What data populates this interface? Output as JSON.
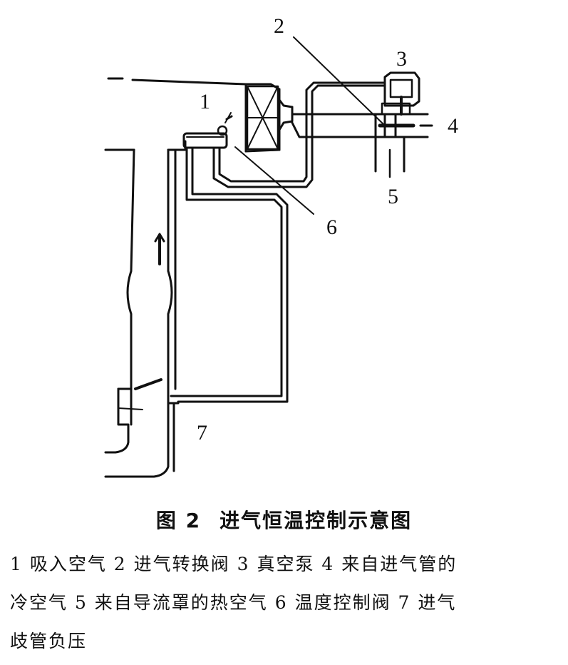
{
  "figure": {
    "caption_number": "图 2",
    "caption_title": "进气恒温控制示意图",
    "callouts": [
      "1",
      "2",
      "3",
      "4",
      "5",
      "6",
      "7"
    ],
    "legend": [
      {
        "num": "1",
        "label": "吸入空气"
      },
      {
        "num": "2",
        "label": "进气转换阀"
      },
      {
        "num": "3",
        "label": "真空泵"
      },
      {
        "num": "4",
        "label": "来自进气管的冷空气"
      },
      {
        "num": "5",
        "label": "来自导流罩的热空气"
      },
      {
        "num": "6",
        "label": "温度控制阀"
      },
      {
        "num": "7",
        "label": "进气歧管负压"
      }
    ],
    "legend_lines": [
      "1 吸入空气  2 进气转换阀  3 真空泵  4 来自进气管的",
      "冷空气  5 来自导流罩的热空气  6 温度控制阀  7 进气",
      "歧管负压"
    ]
  }
}
